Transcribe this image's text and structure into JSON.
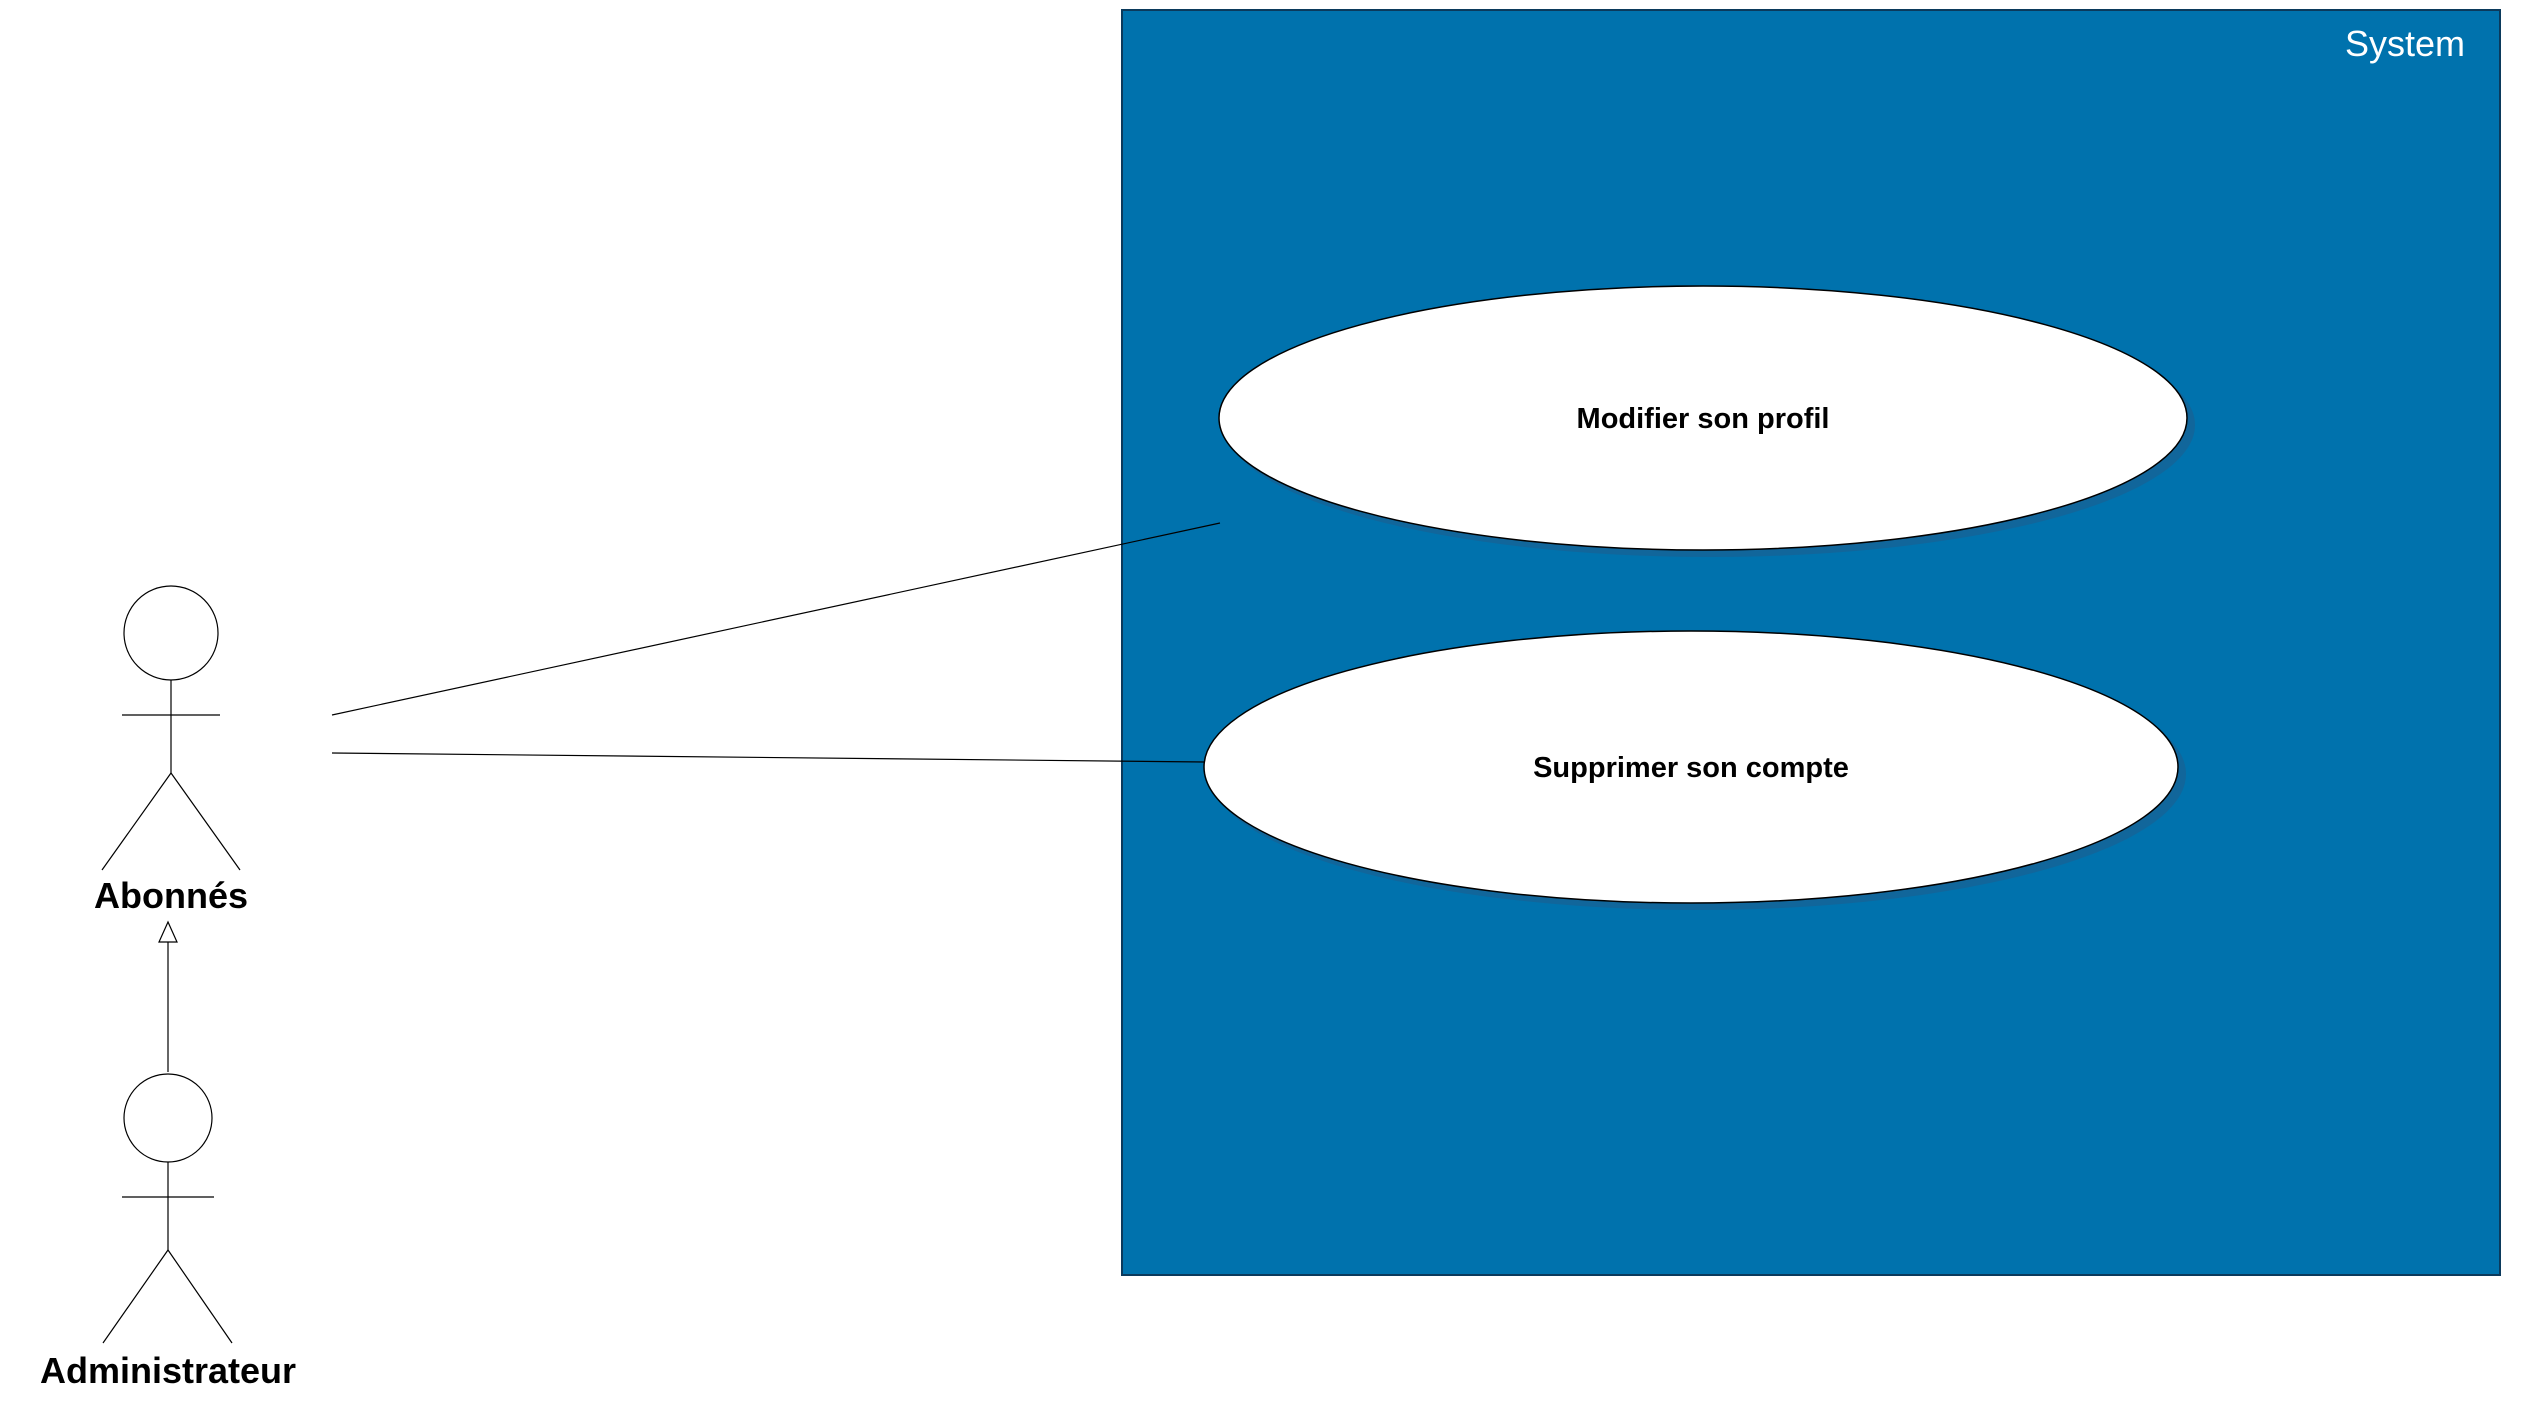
{
  "system": {
    "title": "System",
    "fill_color": "#0072AD"
  },
  "use_cases": [
    {
      "label": "Modifier son profil"
    },
    {
      "label": "Supprimer son compte"
    }
  ],
  "actors": [
    {
      "label": "Abonnés"
    },
    {
      "label": "Administrateur"
    }
  ],
  "relationships": [
    {
      "type": "association",
      "from": "Abonnés",
      "to": "Modifier son profil"
    },
    {
      "type": "association",
      "from": "Abonnés",
      "to": "Supprimer son compte"
    },
    {
      "type": "generalization",
      "from": "Administrateur",
      "to": "Abonnés"
    }
  ]
}
